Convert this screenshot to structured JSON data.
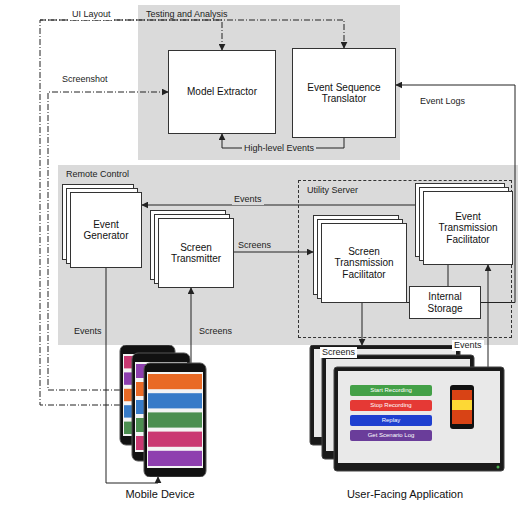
{
  "diagram": {
    "nodes": [
      {
        "text": [
          "Testing and Analysis"
        ]
      },
      {
        "text": [
          "Model Extractor"
        ],
        "in": 0
      },
      {
        "text": [
          "Event Sequence Translator"
        ],
        "in": 0
      },
      {
        "text": [
          "Remote Control"
        ]
      },
      {
        "text": [
          "Event Generator"
        ],
        "in": 3
      },
      {
        "text": [
          "Screen Transmitter"
        ],
        "in": 3
      },
      {
        "text": [
          "Utility Server"
        ],
        "in": 3
      },
      {
        "text": [
          "Screen Transmission Facilitator"
        ],
        "in": 6
      },
      {
        "text": [
          "Event Transmission Facilitator"
        ],
        "in": 6
      },
      {
        "text": [
          "Internal Storage"
        ],
        "in": 6
      },
      {
        "text": [
          "Mobile Device"
        ]
      },
      {
        "text": [
          "User-Facing Application"
        ]
      }
    ],
    "edges": [
      {
        "from": 10,
        "to": 1,
        "label": "UI Layout",
        "arrow": "to"
      },
      {
        "from": 10,
        "to": 2,
        "arrow": "to"
      },
      {
        "from": 10,
        "to": 1,
        "label": "Screenshot",
        "arrow": "to"
      },
      {
        "from": 2,
        "to": 1,
        "label": "High-level Events",
        "arrow": "to"
      },
      {
        "from": 9,
        "to": 2,
        "label": "Event Logs",
        "arrow": "to"
      },
      {
        "from": 8,
        "to": 4,
        "label": "Events",
        "arrow": "to"
      },
      {
        "from": 5,
        "to": 7,
        "label": "Screens",
        "arrow": "to"
      },
      {
        "from": 7,
        "to": 9,
        "arrow": "none"
      },
      {
        "from": 9,
        "to": 8,
        "arrow": "none"
      },
      {
        "from": 4,
        "to": 10,
        "label": "Events",
        "arrow": "to"
      },
      {
        "from": 10,
        "to": 5,
        "label": "Screens",
        "arrow": "to"
      },
      {
        "from": 7,
        "to": 11,
        "label": "Screens",
        "arrow": "to"
      },
      {
        "from": 11,
        "to": 8,
        "label": "Events",
        "arrow": "to"
      }
    ],
    "labels": [
      "Start Recording",
      "Stop Recording",
      "Replay",
      "Get Scenario Log"
    ]
  }
}
